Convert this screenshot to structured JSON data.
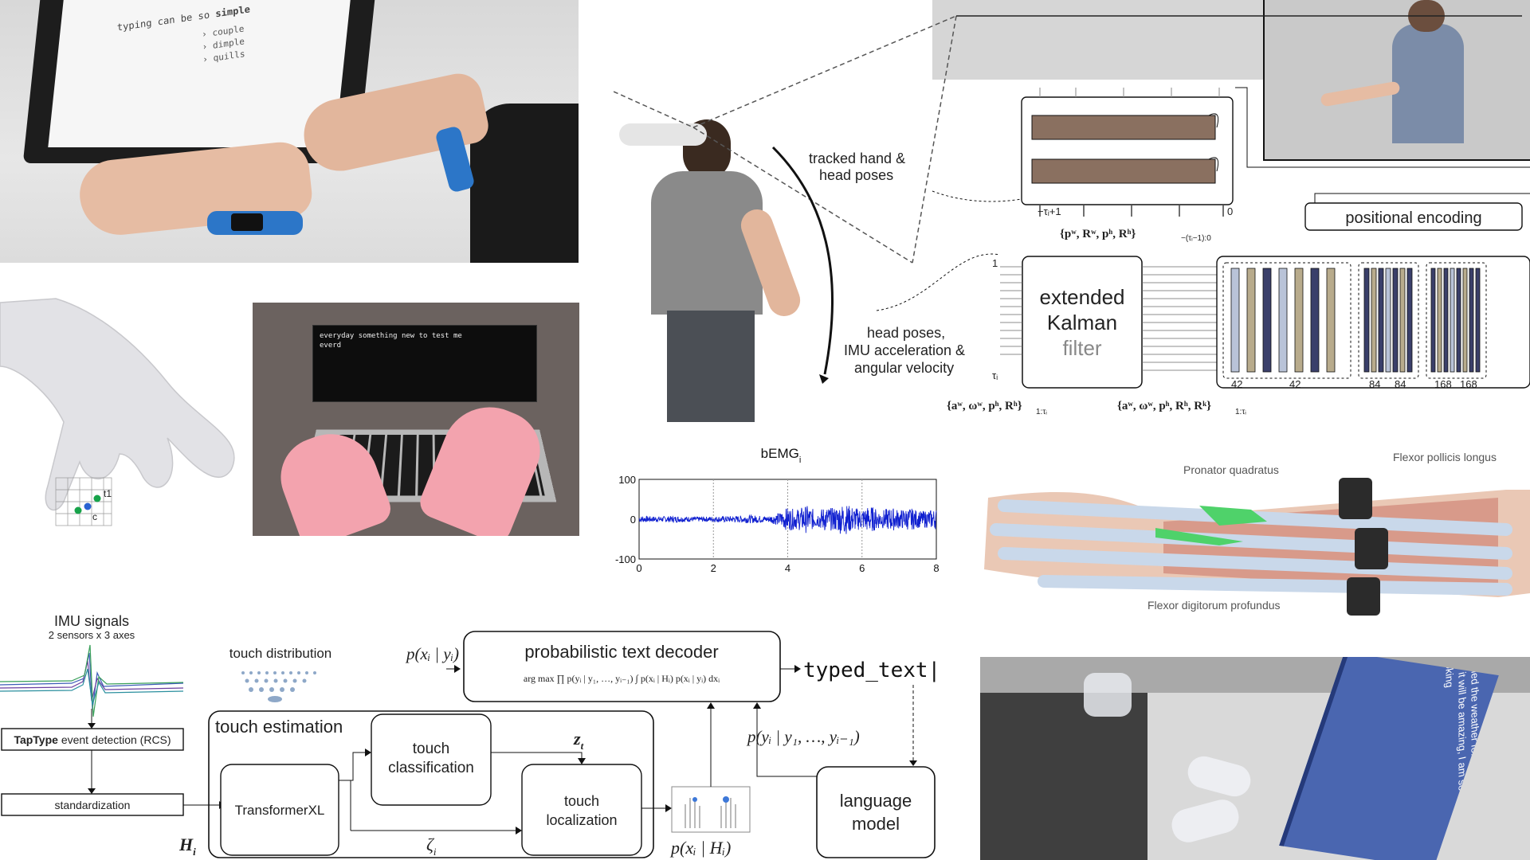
{
  "typing_photo": {
    "screen_title": "typing can be so",
    "screen_title_bold": "simple",
    "suggestions": [
      "couple",
      "dimple",
      "quills"
    ]
  },
  "vr_keyboard": {
    "line1": "everyday something new to test me",
    "line2": "everd"
  },
  "hand_model": {
    "label_t1": "t1",
    "label_c": "c"
  },
  "tracking_diagram": {
    "tracked_label_1": "tracked hand &",
    "tracked_label_2": "head poses",
    "sensor_label_1": "head poses,",
    "sensor_label_2": "IMU acceleration &",
    "sensor_label_3": "angular velocity",
    "pos_encoding": "positional encoding",
    "kalman_1": "extended",
    "kalman_2": "Kalman",
    "kalman_3": "filter",
    "seq_label": "{pʷ, Rʷ, pʰ, Rʰ}",
    "seq_sub": "−(τᵢ−1):0",
    "tau_label": "−τᵢ+1",
    "zero_label": "0",
    "one_label": "1",
    "tau_i": "τᵢ",
    "input_left": "{aʷ, ωʷ, pʰ, Rʰ}",
    "input_left_sub": "1:τᵢ",
    "input_right": "{aʷ, ωʷ, pʰ, Rʰ, Rᵏ}",
    "input_right_sub": "1:τᵢ",
    "conv_dims": [
      "42",
      "42",
      "84",
      "84",
      "168",
      "168"
    ]
  },
  "emg_chart": {
    "title": "bEMG",
    "title_sub": "i"
  },
  "chart_data": {
    "type": "line",
    "title": "bEMG i",
    "x_ticks": [
      0,
      2,
      4,
      6,
      8
    ],
    "y_ticks": [
      100,
      0,
      -100
    ],
    "xlim": [
      0,
      8
    ],
    "ylim": [
      -100,
      100
    ],
    "grid": true,
    "series": [
      {
        "x": [
          0,
          0.5,
          1,
          1.5,
          2,
          2.5,
          3,
          3.5,
          3.8,
          4,
          4.2,
          4.5,
          4.8,
          5,
          5.2,
          5.5,
          5.8,
          6,
          6.2,
          6.5,
          6.8,
          7,
          7.3,
          7.6,
          8
        ],
        "amplitude": [
          8,
          7,
          8,
          6,
          7,
          8,
          10,
          8,
          18,
          30,
          24,
          35,
          20,
          32,
          28,
          40,
          30,
          26,
          35,
          22,
          30,
          24,
          28,
          20,
          26
        ]
      }
    ]
  },
  "anatomy": {
    "label_pronator": "Pronator quadratus",
    "label_flexor_pollicis": "Flexor pollicis longus",
    "label_flexor_digitorum": "Flexor digitorum profundus"
  },
  "pipeline": {
    "imu_title": "IMU signals",
    "imu_sub": "2 sensors x 3 axes",
    "taptype_bold": "TapType",
    "taptype_rest": " event detection (RCS)",
    "standardization": "standardization",
    "touch_distribution": "touch distribution",
    "p_xy": "p(xᵢ | yᵢ)",
    "decoder_title": "probabilistic text decoder",
    "decoder_formula": "arg max ∏ p(yᵢ | y₁, …, yᵢ₋₁) ∫ p(xᵢ | Hᵢ) p(xᵢ | yᵢ) dxᵢ",
    "typed_text": "typed_text|",
    "touch_estimation": "touch estimation",
    "touch_classification_1": "touch",
    "touch_classification_2": "classification",
    "transformer": "TransformerXL",
    "touch_localization_1": "touch",
    "touch_localization_2": "localization",
    "z_t": "z",
    "z_sub": "t",
    "zeta": "ζ",
    "zeta_sub": "i",
    "H_i": "H",
    "H_sub": "i",
    "p_xH": "p(xᵢ | Hᵢ)",
    "p_lm": "p(yᵢ | y₁, …, yᵢ₋₁)",
    "lm_1": "language",
    "lm_2": "model"
  },
  "vr_scene": {
    "panel_text": "I just watched the weather forecast for tomorrow, it will be amazing, I am so much looking"
  },
  "colors": {
    "emg_line": "#1020d0",
    "lstm_fill": "#8a7060",
    "conv_tan": "#b8ab8c",
    "conv_navy": "#3a3f6a",
    "conv_blue": "#b9c3d8",
    "green_muscle": "#4fd26a",
    "vr_panel": "#4a66b0"
  }
}
